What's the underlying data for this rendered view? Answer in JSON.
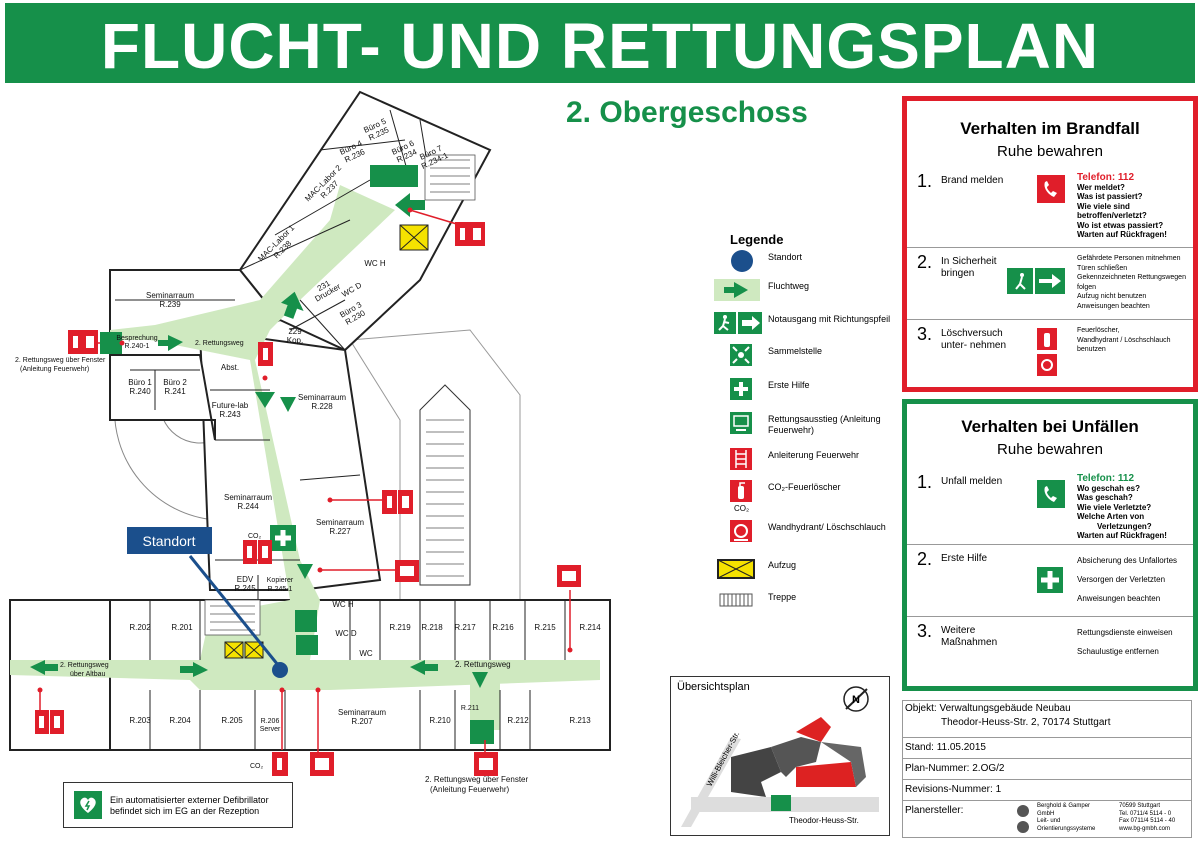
{
  "header": {
    "title": "FLUCHT- UND RETTUNGSPLAN"
  },
  "floor": "2. Obergeschoss",
  "rooms": {
    "r235": [
      "Büro 5",
      "R.235"
    ],
    "r234": [
      "Büro 6",
      "R.234"
    ],
    "r2341": [
      "Büro 7",
      "R.234-1"
    ],
    "r236": [
      "Büro 4",
      "R.236"
    ],
    "r237": [
      "MAC-Labor 2",
      "R.237"
    ],
    "r238": [
      "MAC-Labor 1",
      "R.238"
    ],
    "r239": [
      "Seminarraum",
      "R.239"
    ],
    "wch": "WC H",
    "wcd": "WC D",
    "r231": [
      "231",
      "Drucker"
    ],
    "r230": [
      "Büro 3",
      "R.230"
    ],
    "r229": [
      "229",
      "Kop."
    ],
    "r2401": [
      "Besprechung",
      "R.240-1"
    ],
    "r240": [
      "Büro 1",
      "R.240"
    ],
    "r241": [
      "Büro 2",
      "R.241"
    ],
    "abst": "Abst.",
    "r243": [
      "Future-lab",
      "R.243"
    ],
    "r228": [
      "Seminarraum",
      "R.228"
    ],
    "r244": [
      "Seminarraum",
      "R.244"
    ],
    "r227": [
      "Seminarraum",
      "R.227"
    ],
    "r245": [
      "EDV",
      "R.245"
    ],
    "r2451": [
      "Kopierer",
      "R.245-1"
    ],
    "r202": "R.202",
    "r201": "R.201",
    "r219": "R.219",
    "r218": "R.218",
    "r217": "R.217",
    "r216": "R.216",
    "r215": "R.215",
    "r214": "R.214",
    "r203": "R.203",
    "r204": "R.204",
    "r205": "R.205",
    "r206": [
      "R.206",
      "Server"
    ],
    "r207": [
      "Seminarraum",
      "R.207"
    ],
    "r210": "R.210",
    "r211": "R.211",
    "r212": "R.212",
    "r213": "R.213",
    "wch2": "WC H",
    "wcd2": "WC D",
    "wc": "WC"
  },
  "map_labels": {
    "rettungsweg": "2. Rettungsweg",
    "rettungsweg_fenster_left": [
      "2. Rettungsweg über Fenster",
      "(Anleitung Feuerwehr)"
    ],
    "rettungsweg_altbau": [
      "2. Rettungsweg",
      "über Altbau"
    ],
    "rettungsweg_fenster_bottom": [
      "2. Rettungsweg über Fenster",
      "(Anleitung Feuerwehr)"
    ],
    "co2_a": "CO₂",
    "co2_b": "CO₂",
    "standort": "Standort"
  },
  "legend": {
    "title": "Legende",
    "items": [
      {
        "icon": "standort-dot-icon",
        "label": "Standort"
      },
      {
        "icon": "fluchtweg-arrow-icon",
        "label": "Fluchtweg"
      },
      {
        "icon": "notausgang-icon",
        "label": "Notausgang mit Richtungspfeil"
      },
      {
        "icon": "sammelstelle-icon",
        "label": "Sammelstelle"
      },
      {
        "icon": "erste-hilfe-icon",
        "label": "Erste Hilfe"
      },
      {
        "icon": "rettungsausstieg-icon",
        "label": "Rettungsausstieg (Anleitung Feuerwehr)"
      },
      {
        "icon": "anleiterung-icon",
        "label": "Anleiterung Feuerwehr"
      },
      {
        "icon": "feuerloescher-icon",
        "label": "CO₂-Feuerlöscher"
      },
      {
        "icon": "wandhydrant-icon",
        "label": "Wandhydrant/ Löschschlauch"
      },
      {
        "icon": "aufzug-icon",
        "label": "Aufzug"
      },
      {
        "icon": "treppe-icon",
        "label": "Treppe"
      }
    ],
    "co2_sub": "CO₂"
  },
  "brandfall": {
    "title": "Verhalten im Brandfall",
    "subtitle": "Ruhe bewahren",
    "s1_num": "1.",
    "s1_label": "Brand melden",
    "s1_phone": "Telefon: 112",
    "s1_lines": [
      "Wer meldet?",
      "Was ist passiert?",
      "Wie viele sind betroffen/verletzt?",
      "Wo ist etwas passiert?",
      "Warten auf Rückfragen!"
    ],
    "s2_num": "2.",
    "s2_label": "In Sicherheit bringen",
    "s2_lines": [
      "Gefährdete Personen mitnehmen",
      "Türen schließen",
      "Gekennzeichneten Rettungswegen folgen",
      "Aufzug nicht benutzen",
      "Anweisungen beachten"
    ],
    "s3_num": "3.",
    "s3_label": "Löschversuch unter- nehmen",
    "s3_lines": [
      "Feuerlöscher,",
      "Wandhydrant / Löschschlauch",
      "benutzen"
    ]
  },
  "unfall": {
    "title": "Verhalten bei Unfällen",
    "subtitle": "Ruhe bewahren",
    "s1_num": "1.",
    "s1_label": "Unfall melden",
    "s1_phone": "Telefon: 112",
    "s1_lines": [
      "Wo geschah es?",
      "Was geschah?",
      "Wie viele Verletzte?",
      "Welche Arten von",
      "Verletzungen?",
      "Warten auf Rückfragen!"
    ],
    "s2_num": "2.",
    "s2_label": "Erste Hilfe",
    "s2_lines": [
      "Absicherung des Unfallortes",
      "Versorgen der Verletzten",
      "Anweisungen beachten"
    ],
    "s3_num": "3.",
    "s3_label": "Weitere Maßnahmen",
    "s3_lines": [
      "Rettungsdienste einweisen",
      "Schaulustige entfernen"
    ]
  },
  "overview": {
    "title": "Übersichtsplan",
    "street1": "Willi-Bleicher-Str.",
    "street2": "Theodor-Heuss-Str.",
    "north": "N"
  },
  "info": {
    "objekt": "Objekt: Verwaltungsgebäude Neubau",
    "adresse": "Theodor-Heuss-Str. 2, 70174 Stuttgart",
    "stand": "Stand: 11.05.2015",
    "plan": "Plan-Nummer: 2.OG/2",
    "revision": "Revisions-Nummer: 1",
    "planersteller": "Planersteller:",
    "firma": [
      "Berghold & Gamper",
      "GmbH",
      "Leit- und",
      "Orientierungssysteme"
    ],
    "kontakt": [
      "70599 Stuttgart",
      "Tel. 0711/4 5114 - 0",
      "Fax 0711/4 5114 - 40",
      "www.bg-gmbh.com"
    ]
  },
  "defibrillator": [
    "Ein automatisierter externer Defibrillator",
    "befindet sich im EG an der Rezeption"
  ],
  "colors": {
    "green": "#16904a",
    "red": "#e01e2a",
    "path": "#cfe9c0",
    "blue": "#1b4f8c"
  }
}
